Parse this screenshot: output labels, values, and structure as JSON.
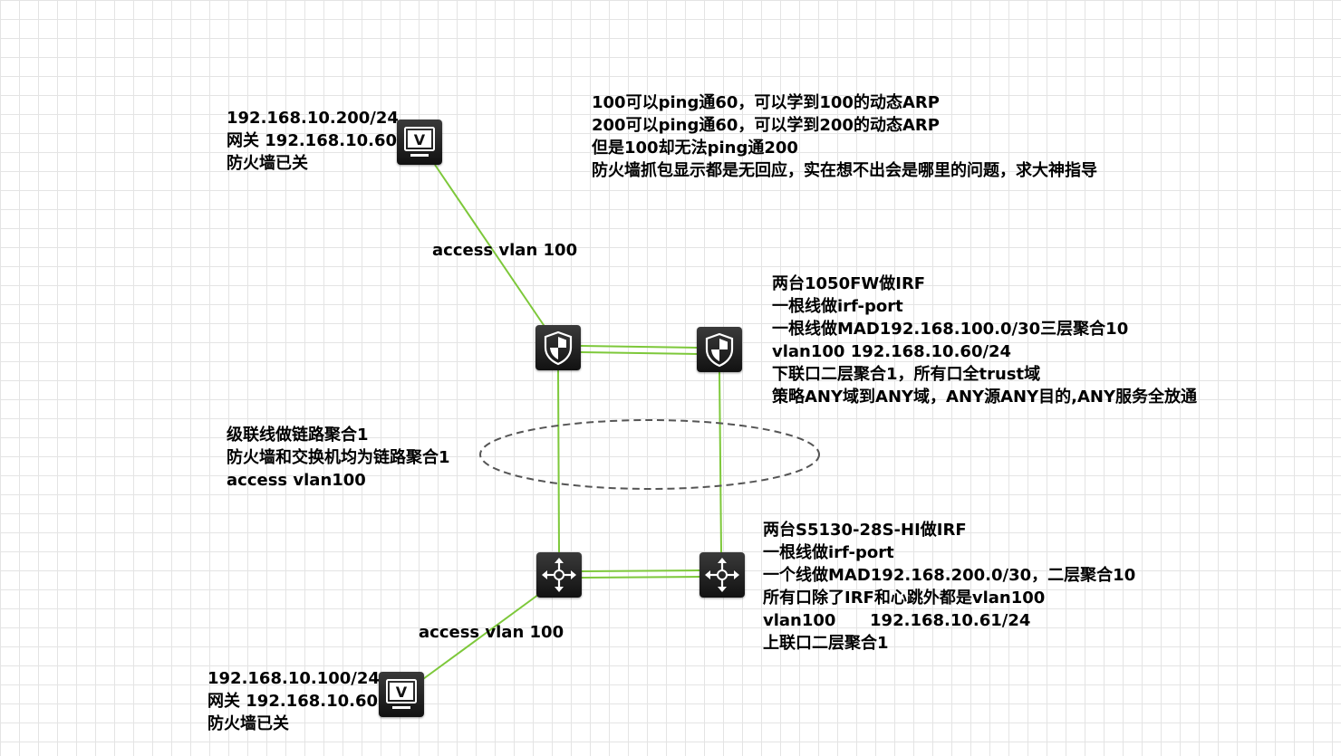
{
  "notes": {
    "issue": [
      "100可以ping通60，可以学到100的动态ARP",
      "200可以ping通60，可以学到200的动态ARP",
      "但是100却无法ping通200",
      "防火墙抓包显示都是无回应，实在想不出会是哪里的问题，求大神指导"
    ],
    "host_top": [
      "192.168.10.200/24",
      "网关  192.168.10.60",
      "防火墙已关"
    ],
    "host_bottom": [
      "192.168.10.100/24",
      "网关  192.168.10.60",
      "防火墙已关"
    ],
    "firewall": [
      "两台1050FW做IRF",
      "一根线做irf-port",
      "一根线做MAD192.168.100.0/30三层聚合10",
      "vlan100 192.168.10.60/24",
      "下联口二层聚合1，所有口全trust域",
      "策略ANY域到ANY域，ANY源ANY目的,ANY服务全放通"
    ],
    "aggregation": [
      "级联线做链路聚合1",
      "防火墙和交换机均为链路聚合1",
      "access  vlan100"
    ],
    "switch": [
      "两台S5130-28S-HI做IRF",
      "一根线做irf-port",
      "一个线做MAD192.168.200.0/30，二层聚合10",
      "所有口除了IRF和心跳外都是vlan100",
      "vlan100      192.168.10.61/24",
      "上联口二层聚合1"
    ]
  },
  "links": {
    "top_label": "access vlan 100",
    "bottom_label": "access vlan 100"
  },
  "devices": {
    "pc_top": "monitor-v-icon",
    "pc_bottom": "monitor-v-icon",
    "fw_left": "firewall-shield-icon",
    "fw_right": "firewall-shield-icon",
    "sw_left": "switch-arrows-icon",
    "sw_right": "switch-arrows-icon"
  },
  "colors": {
    "link": "#7dc83a",
    "aggregation_ellipse": "#555555",
    "device": "#1a1a1a"
  }
}
